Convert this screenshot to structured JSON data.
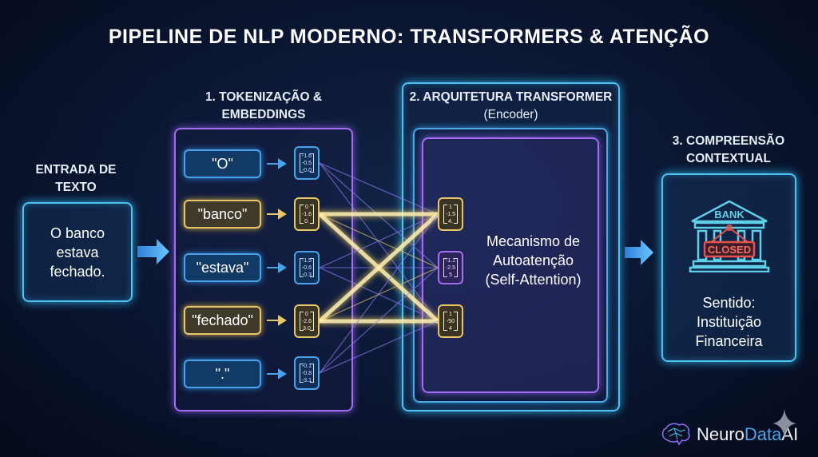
{
  "title": "PIPELINE DE NLP MODERNO: TRANSFORMERS & ATENÇÃO",
  "input": {
    "label": [
      "ENTRADA DE",
      "TEXTO"
    ],
    "text": [
      "O banco",
      "estava",
      "fechado."
    ]
  },
  "tokenization": {
    "label": [
      "1. TOKENIZAÇÃO &",
      "EMBEDDINGS"
    ],
    "tokens": [
      {
        "text": "\"O\"",
        "color": "blue",
        "vector": [
          "-1.6",
          "-0.5",
          "-0.0"
        ]
      },
      {
        "text": "\"banco\"",
        "color": "yellow",
        "vector": [
          "0",
          "-1.6",
          "0."
        ]
      },
      {
        "text": "\"estava\"",
        "color": "blue",
        "vector": [
          "-1.5",
          "-0.6",
          "-0.3"
        ]
      },
      {
        "text": "\"fechado\"",
        "color": "yellow",
        "vector": [
          "0",
          "-2.6",
          "3.0"
        ]
      },
      {
        "text": "\".\"",
        "color": "blue",
        "vector": [
          "-0.1",
          "-0.8",
          "-3.1"
        ]
      }
    ]
  },
  "transformer": {
    "label": [
      "2. ARQUITETURA TRANSFORMER",
      "(Encoder)"
    ],
    "center_text": [
      "Mecanismo de",
      "Autoatenção",
      "(Self-Attention)"
    ],
    "vectors": [
      {
        "color": "yellow",
        "values": [
          "1",
          "-1.5",
          "4."
        ]
      },
      {
        "color": "purple",
        "values": [
          "-1.1",
          "-2.5",
          "5"
        ]
      },
      {
        "color": "yellow",
        "values": [
          "1",
          "-50",
          "4"
        ]
      }
    ]
  },
  "comprehension": {
    "label": [
      "3. COMPREENSÃO",
      "CONTEXTUAL"
    ],
    "icon_sign": "BANK",
    "icon_closed": "CLOSED",
    "text": [
      "Sentido:",
      "Instituição",
      "Financeira"
    ]
  },
  "logo": {
    "part1": "Neuro",
    "part2": "Data",
    "part3": "AI"
  },
  "colors": {
    "blue": "#4aa3e8",
    "yellow": "#e8c76a",
    "purple": "#a26ff0",
    "cyan": "#4fc3f0",
    "red": "#e8504a"
  }
}
